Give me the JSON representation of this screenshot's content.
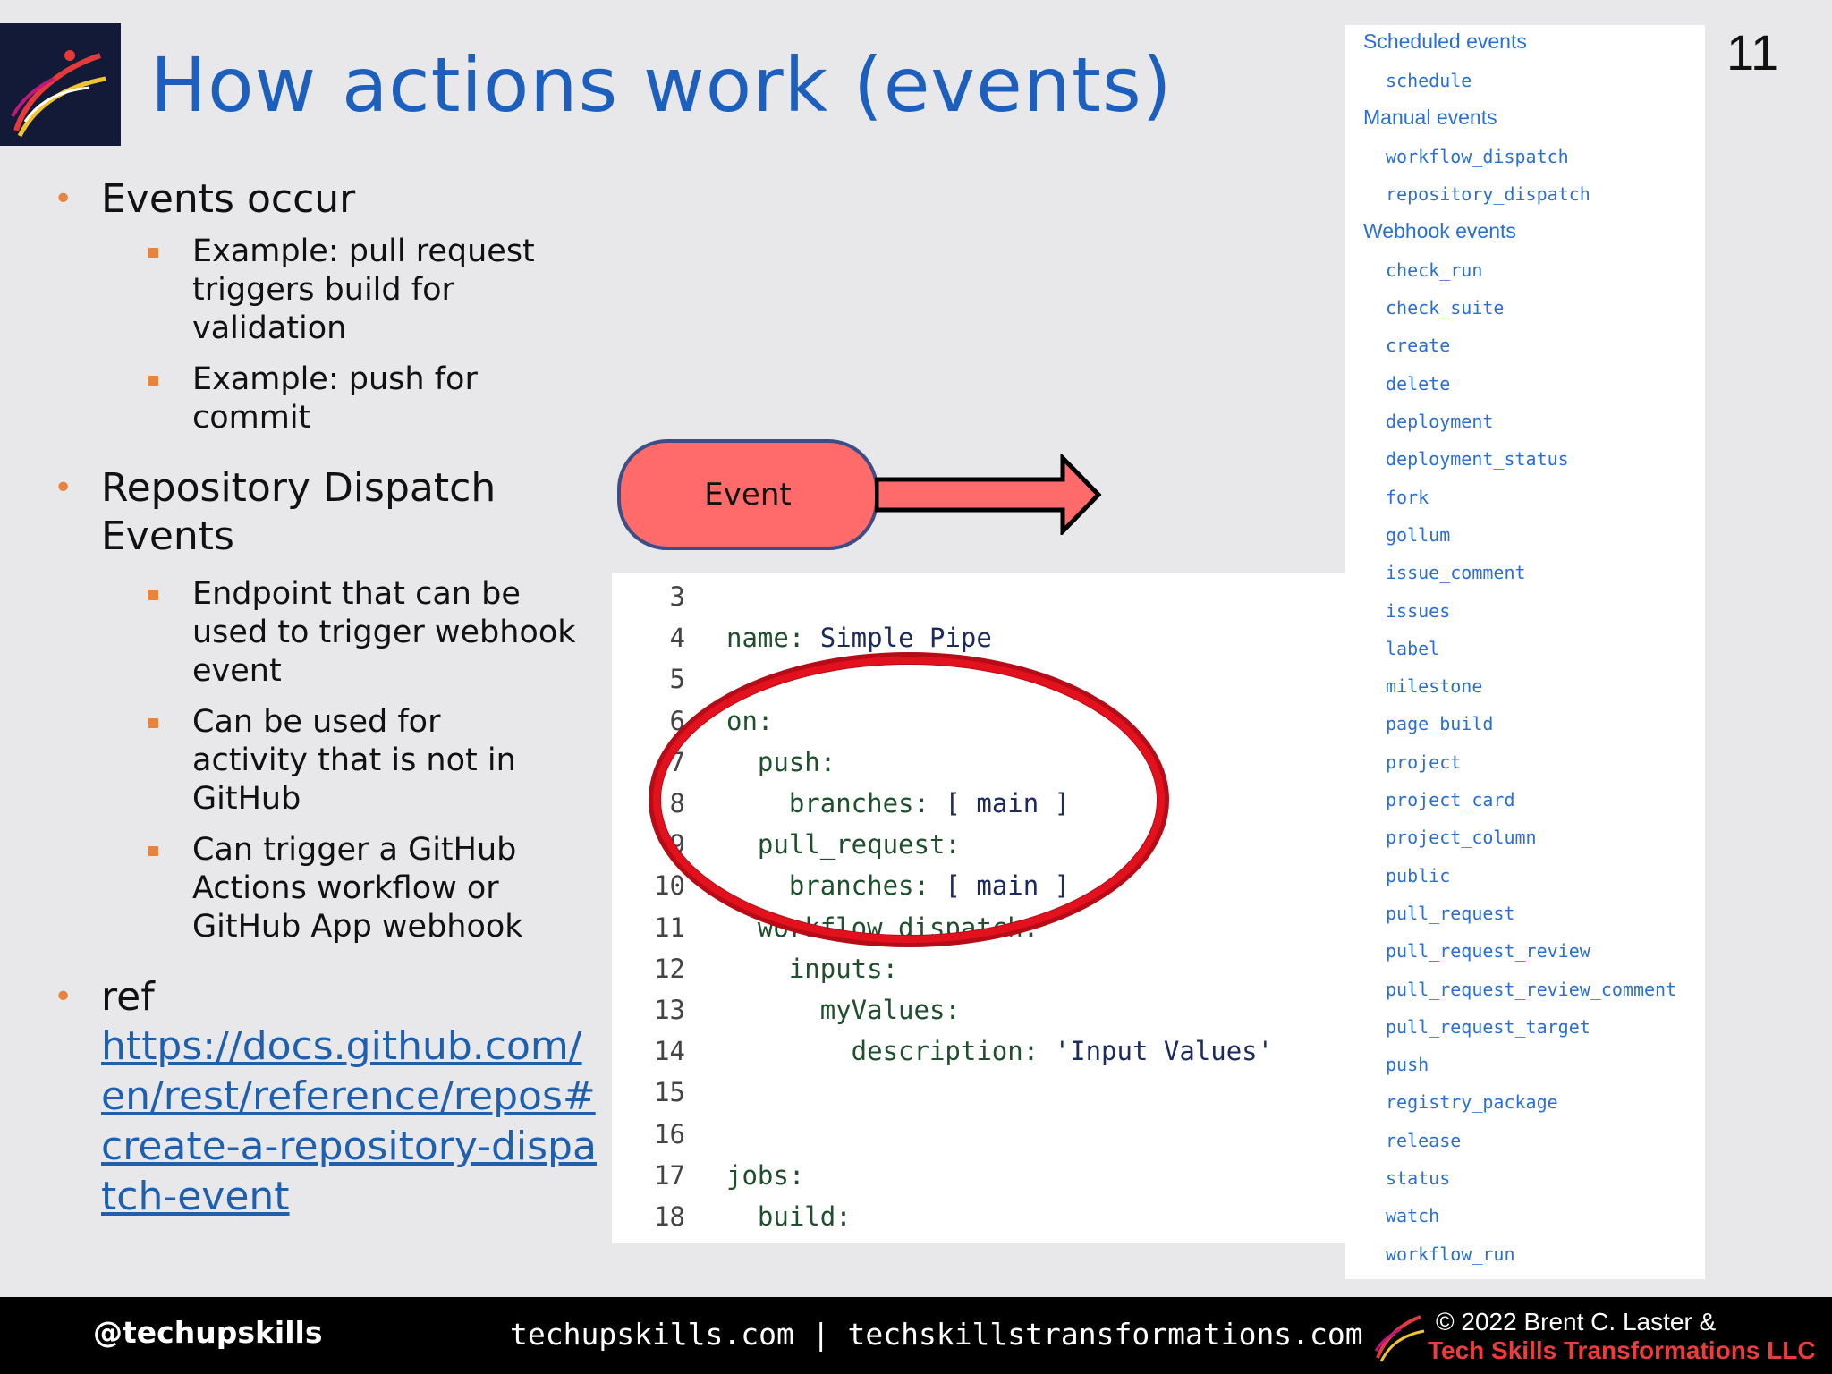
{
  "slide": {
    "title": "How actions work (events)",
    "number": "11"
  },
  "bullets": [
    {
      "text": "Events occur",
      "sub": [
        "Example: pull request triggers build for validation",
        "Example: push for commit"
      ]
    },
    {
      "text": "Repository Dispatch Events",
      "sub": [
        "Endpoint that can be used to trigger webhook event",
        "Can be used for activity that is not in GitHub",
        "Can trigger a GitHub Actions workflow or GitHub App webhook"
      ]
    },
    {
      "text": "ref",
      "link": "https://docs.github.com/en/rest/reference/repos#create-a-repository-dispatch-event"
    }
  ],
  "diagram": {
    "event_label": "Event"
  },
  "code": [
    {
      "n": "3",
      "key": "",
      "val": ""
    },
    {
      "n": "4",
      "key": "name: ",
      "val": "Simple Pipe"
    },
    {
      "n": "5",
      "key": "",
      "val": ""
    },
    {
      "n": "6",
      "key": "on:",
      "val": ""
    },
    {
      "n": "7",
      "key": "  push:",
      "val": ""
    },
    {
      "n": "8",
      "key": "    branches: ",
      "val": "[ main ]"
    },
    {
      "n": "9",
      "key": "  pull_request:",
      "val": ""
    },
    {
      "n": "10",
      "key": "    branches: ",
      "val": "[ main ]"
    },
    {
      "n": "11",
      "key": "  workflow_dispatch:",
      "val": ""
    },
    {
      "n": "12",
      "key": "    inputs:",
      "val": ""
    },
    {
      "n": "13",
      "key": "      myValues:",
      "val": ""
    },
    {
      "n": "14",
      "key": "        description: ",
      "val": "'Input Values'"
    },
    {
      "n": "15",
      "key": "",
      "val": ""
    },
    {
      "n": "16",
      "key": "",
      "val": ""
    },
    {
      "n": "17",
      "key": "jobs:",
      "val": ""
    },
    {
      "n": "18",
      "key": "  build:",
      "val": ""
    }
  ],
  "events_panel": [
    {
      "type": "category",
      "label": "Scheduled events"
    },
    {
      "type": "event",
      "label": "schedule"
    },
    {
      "type": "category",
      "label": "Manual events"
    },
    {
      "type": "event",
      "label": "workflow_dispatch"
    },
    {
      "type": "event",
      "label": "repository_dispatch"
    },
    {
      "type": "category",
      "label": "Webhook events"
    },
    {
      "type": "event",
      "label": "check_run"
    },
    {
      "type": "event",
      "label": "check_suite"
    },
    {
      "type": "event",
      "label": "create"
    },
    {
      "type": "event",
      "label": "delete"
    },
    {
      "type": "event",
      "label": "deployment"
    },
    {
      "type": "event",
      "label": "deployment_status"
    },
    {
      "type": "event",
      "label": "fork"
    },
    {
      "type": "event",
      "label": "gollum"
    },
    {
      "type": "event",
      "label": "issue_comment"
    },
    {
      "type": "event",
      "label": "issues"
    },
    {
      "type": "event",
      "label": "label"
    },
    {
      "type": "event",
      "label": "milestone"
    },
    {
      "type": "event",
      "label": "page_build"
    },
    {
      "type": "event",
      "label": "project"
    },
    {
      "type": "event",
      "label": "project_card"
    },
    {
      "type": "event",
      "label": "project_column"
    },
    {
      "type": "event",
      "label": "public"
    },
    {
      "type": "event",
      "label": "pull_request"
    },
    {
      "type": "event",
      "label": "pull_request_review"
    },
    {
      "type": "event",
      "label": "pull_request_review_comment"
    },
    {
      "type": "event",
      "label": "pull_request_target"
    },
    {
      "type": "event",
      "label": "push"
    },
    {
      "type": "event",
      "label": "registry_package"
    },
    {
      "type": "event",
      "label": "release"
    },
    {
      "type": "event",
      "label": "status"
    },
    {
      "type": "event",
      "label": "watch"
    },
    {
      "type": "event",
      "label": "workflow_run"
    }
  ],
  "footer": {
    "handle": "@techupskills",
    "sites": "techupskills.com | techskillstransformations.com",
    "copyright": "© 2022 Brent C. Laster &",
    "company": "Tech Skills Transformations LLC"
  },
  "colors": {
    "title": "#1d5fbd",
    "bullet": "#e9833c",
    "link": "#2a6fd6",
    "event_fill": "#ff6b6b",
    "oval": "#e3111d",
    "company": "#ee3b3b"
  }
}
